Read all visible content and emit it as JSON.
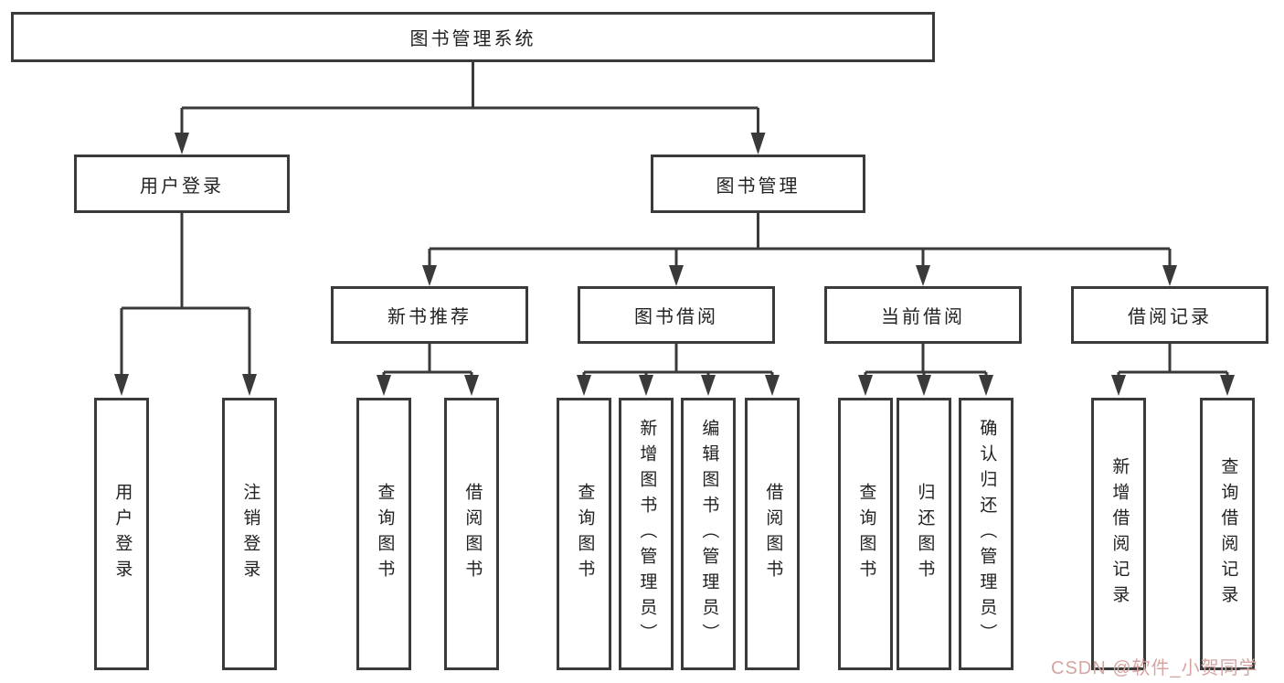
{
  "root": {
    "label": "图书管理系统"
  },
  "level2": {
    "user_login": {
      "label": "用户登录"
    },
    "book_mgmt": {
      "label": "图书管理"
    }
  },
  "user_login_children": [
    "用户登录",
    "注销登录"
  ],
  "groups": [
    {
      "label": "新书推荐",
      "children": [
        "查询图书",
        "借阅图书"
      ]
    },
    {
      "label": "图书借阅",
      "children": [
        "查询图书",
        "新增图书（管理员）",
        "编辑图书（管理员）",
        "借阅图书"
      ]
    },
    {
      "label": "当前借阅",
      "children": [
        "查询图书",
        "归还图书",
        "确认归还（管理员）"
      ]
    },
    {
      "label": "借阅记录",
      "children": [
        "新增借阅记录",
        "查询借阅记录"
      ]
    }
  ],
  "watermark": {
    "text": "CSDN @软件_小贺同学"
  },
  "colors": {
    "line": "#3a3a3a",
    "box_border": "#3a3a3a",
    "text": "#222222",
    "watermark": "#d4a5a1",
    "background": "#ffffff"
  }
}
